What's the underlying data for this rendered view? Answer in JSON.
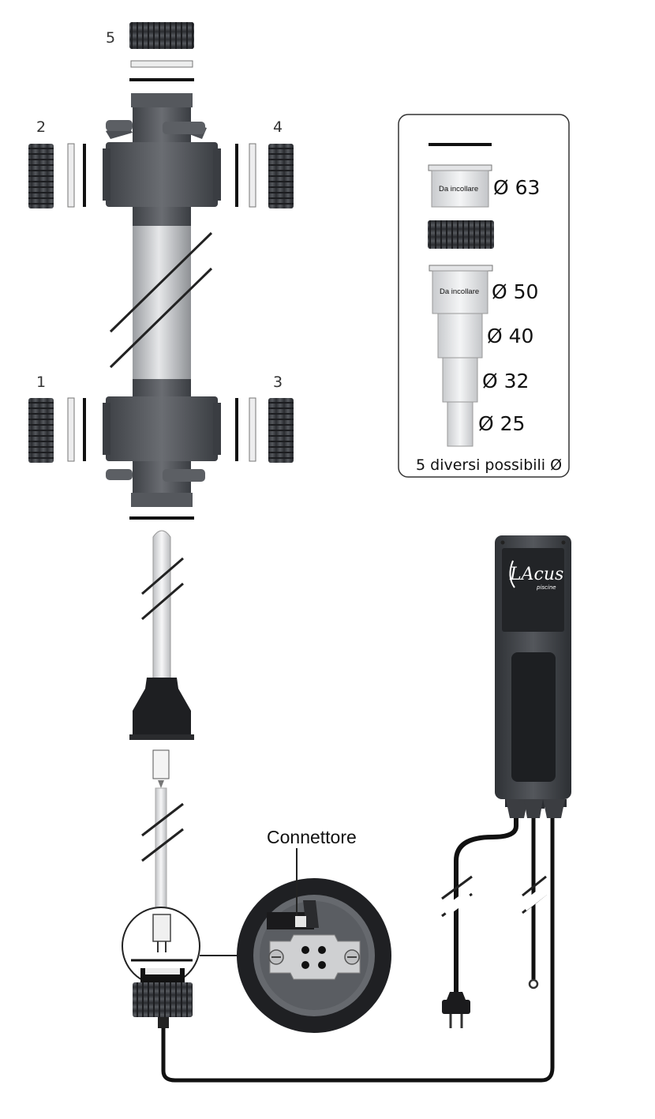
{
  "part_numbers": {
    "p1": "1",
    "p2": "2",
    "p3": "3",
    "p4": "4",
    "p5": "5"
  },
  "adapters": {
    "glue_label": "Da incollare",
    "diameters": [
      "Ø 63",
      "Ø 50",
      "Ø 40",
      "Ø 32",
      "Ø 25"
    ],
    "caption": "5 diversi possibili Ø"
  },
  "connector_label": "Connettore",
  "brand": {
    "logo": "LAcus",
    "logo_sub": "piscine"
  },
  "colors": {
    "body_dark": "#4a4d52",
    "body_mid": "#6b6e73",
    "pipe_light": "#d4d6d9",
    "nut_dark": "#2e3034",
    "control_box": "#3c3f44",
    "cable": "#1a1a1a"
  }
}
